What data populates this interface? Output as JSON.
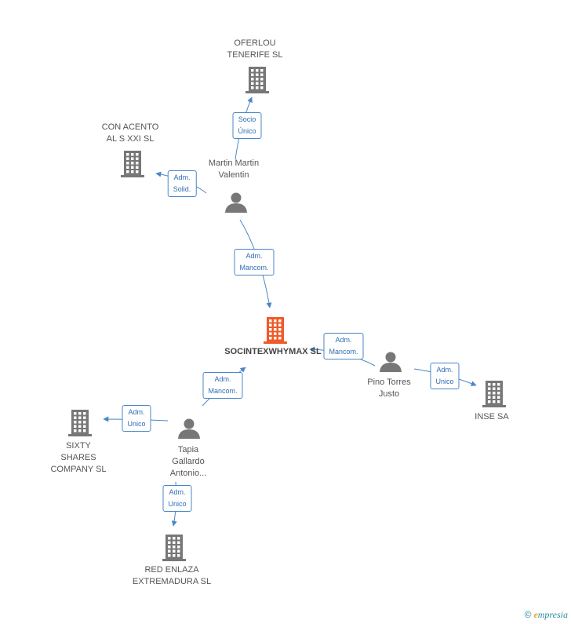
{
  "colors": {
    "company": "#777777",
    "main_company": "#f05a28",
    "person": "#777777",
    "edge": "#4a86c8"
  },
  "nodes": {
    "oferlou": {
      "label": [
        "OFERLOU",
        "TENERIFE SL"
      ],
      "kind": "company-icon"
    },
    "con_acento": {
      "label": [
        "CON ACENTO",
        "AL S XXI SL"
      ],
      "kind": "company-icon"
    },
    "martin": {
      "label": [
        "Martin Martin",
        "Valentin"
      ],
      "kind": "person-icon"
    },
    "socintex": {
      "label": [
        "SOCINTEXWHYMAX SL"
      ],
      "kind": "company-icon"
    },
    "pino": {
      "label": [
        "Pino Torres",
        "Justo"
      ],
      "kind": "person-icon"
    },
    "inse": {
      "label": [
        "INSE SA"
      ],
      "kind": "company-icon"
    },
    "tapia": {
      "label": [
        "Tapia",
        "Gallardo",
        "Antonio..."
      ],
      "kind": "person-icon"
    },
    "sixty": {
      "label": [
        "SIXTY",
        "SHARES",
        "COMPANY SL"
      ],
      "kind": "company-icon"
    },
    "red_enlaza": {
      "label": [
        "RED ENLAZA",
        "EXTREMADURA SL"
      ],
      "kind": "company-icon"
    }
  },
  "edges": {
    "martin_oferlou": {
      "label": [
        "Socio",
        "Único"
      ]
    },
    "martin_con_acento": {
      "label": [
        "Adm.",
        "Solid."
      ]
    },
    "martin_socintex": {
      "label": [
        "Adm.",
        "Mancom."
      ]
    },
    "pino_socintex": {
      "label": [
        "Adm.",
        "Mancom."
      ]
    },
    "pino_inse": {
      "label": [
        "Adm.",
        "Unico"
      ]
    },
    "tapia_socintex": {
      "label": [
        "Adm.",
        "Mancom."
      ]
    },
    "tapia_sixty": {
      "label": [
        "Adm.",
        "Unico"
      ]
    },
    "tapia_red_enlaza": {
      "label": [
        "Adm.",
        "Unico"
      ]
    }
  },
  "watermark": {
    "copyright": "©",
    "brand_e": "e",
    "brand_rest": "mpresia"
  }
}
